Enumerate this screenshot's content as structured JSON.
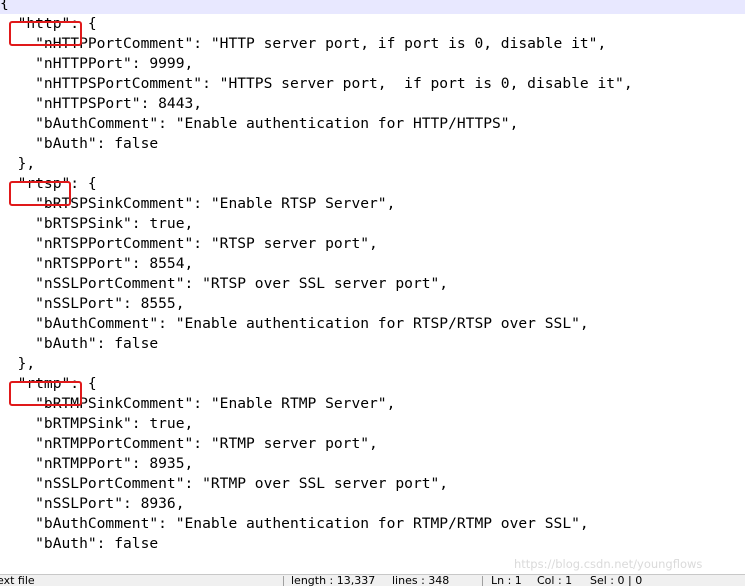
{
  "editor": {
    "lines": [
      "{",
      "  \"http\": {",
      "    \"nHTTPPortComment\": \"HTTP server port, if port is 0, disable it\",",
      "    \"nHTTPPort\": 9999,",
      "    \"nHTTPSPortComment\": \"HTTPS server port,  if port is 0, disable it\",",
      "    \"nHTTPSPort\": 8443,",
      "    \"bAuthComment\": \"Enable authentication for HTTP/HTTPS\",",
      "    \"bAuth\": false",
      "  },",
      "  \"rtsp\": {",
      "    \"bRTSPSinkComment\": \"Enable RTSP Server\",",
      "    \"bRTSPSink\": true,",
      "    \"nRTSPPortComment\": \"RTSP server port\",",
      "    \"nRTSPPort\": 8554,",
      "    \"nSSLPortComment\": \"RTSP over SSL server port\",",
      "    \"nSSLPort\": 8555,",
      "    \"bAuthComment\": \"Enable authentication for RTSP/RTSP over SSL\",",
      "    \"bAuth\": false",
      "  },",
      "  \"rtmp\": {",
      "    \"bRTMPSinkComment\": \"Enable RTMP Server\",",
      "    \"bRTMPSink\": true,",
      "    \"nRTMPPortComment\": \"RTMP server port\",",
      "    \"nRTMPPort\": 8935,",
      "    \"nSSLPortComment\": \"RTMP over SSL server port\",",
      "    \"nSSLPort\": 8936,",
      "    \"bAuthComment\": \"Enable authentication for RTMP/RTMP over SSL\",",
      "    \"bAuth\": false"
    ]
  },
  "status_bar": {
    "file_type": "ext file",
    "length": "length : 13,337",
    "lines": "lines : 348",
    "ln": "Ln : 1",
    "col": "Col : 1",
    "sel": "Sel : 0 | 0"
  },
  "watermark": "https://blog.csdn.net/youngflows"
}
